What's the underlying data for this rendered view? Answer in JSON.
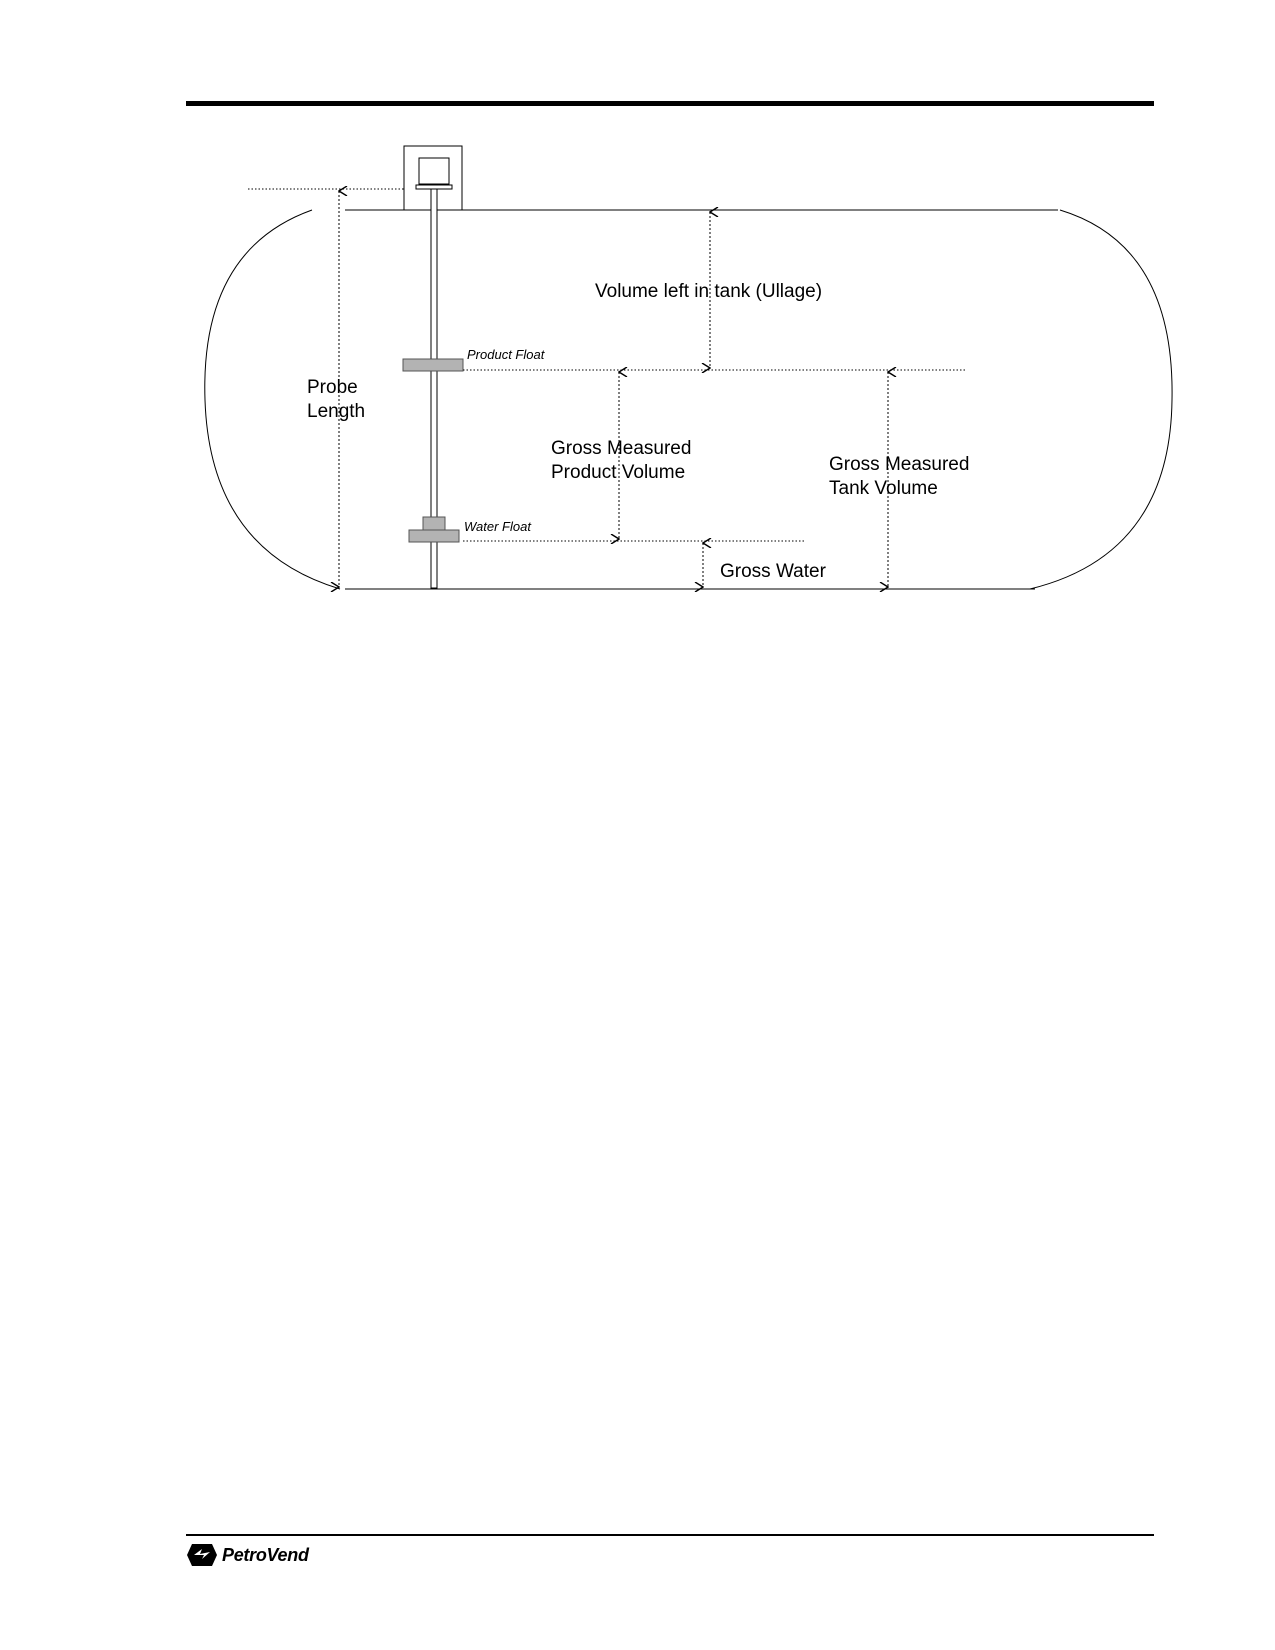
{
  "diagram": {
    "labels": {
      "ullage": "Volume left in tank (Ullage)",
      "product_float": "Product Float",
      "water_float": "Water Float",
      "probe_length_1": "Probe",
      "probe_length_2": "Length",
      "gross_product_1": "Gross Measured",
      "gross_product_2": "Product Volume",
      "gross_tank_1": "Gross Measured",
      "gross_tank_2": "Tank Volume",
      "gross_water": "Gross Water"
    }
  },
  "footer": {
    "brand": "PetroVend"
  }
}
